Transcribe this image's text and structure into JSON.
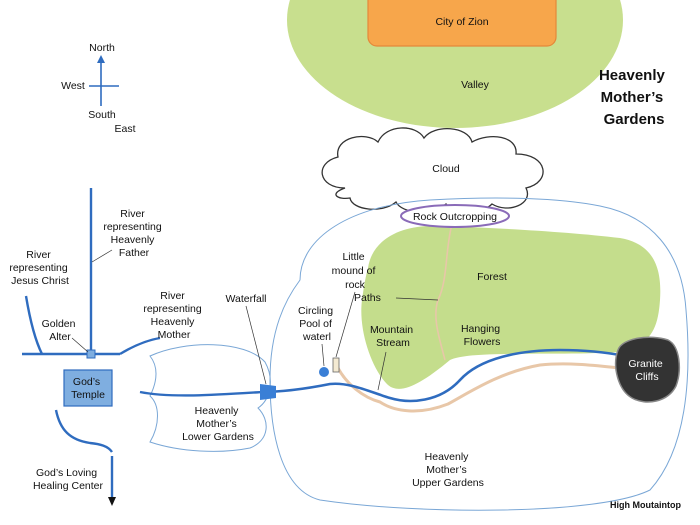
{
  "title_lines": [
    "Heavenly",
    "Mother’s",
    "Gardens"
  ],
  "compass": {
    "north": "North",
    "west": "West",
    "south": "South",
    "east": "East"
  },
  "places": {
    "city": "City of Zion",
    "valley": "Valley",
    "cloud": "Cloud",
    "rock_outcropping": "Rock Outcropping",
    "forest": "Forest",
    "paths": "Paths",
    "hanging_flowers": [
      "Hanging",
      "Flowers"
    ],
    "mountain_stream": [
      "Mountain",
      "Stream"
    ],
    "little_mound": [
      "Little",
      "mound of",
      "rock"
    ],
    "circling_pool": [
      "Circling",
      "Pool of",
      "waterl"
    ],
    "waterfall": "Waterfall",
    "granite_cliffs": [
      "Granite",
      "Cliffs"
    ],
    "river_father": [
      "River",
      "representing",
      "Heavenly",
      "Father"
    ],
    "river_christ": [
      "River",
      "representing",
      "Jesus Christ"
    ],
    "river_mother": [
      "River",
      "representing",
      "Heavenly",
      "Mother"
    ],
    "golden_alter": [
      "Golden",
      "Alter"
    ],
    "gods_temple": [
      "God’s",
      "Temple"
    ],
    "lower_gardens": [
      "Heavenly",
      "Mother’s",
      "Lower Gardens"
    ],
    "upper_gardens": [
      "Heavenly",
      "Mother’s",
      "Upper Gardens"
    ],
    "healing_center": [
      "God’s Loving",
      "Healing Center"
    ],
    "high_mountaintop": "High Moutaintop"
  },
  "colors": {
    "valley_green": "#c8df8e",
    "forest_green": "#c4dd8c",
    "city_orange": "#f7a64b",
    "river_blue": "#2f6cbf",
    "path_tan": "#e8c7a8",
    "outline_blue": "#7aa7d6",
    "cliff_dark": "#333333",
    "temple_blue": "#7faee0",
    "rock_purple": "#8a6bb8"
  }
}
